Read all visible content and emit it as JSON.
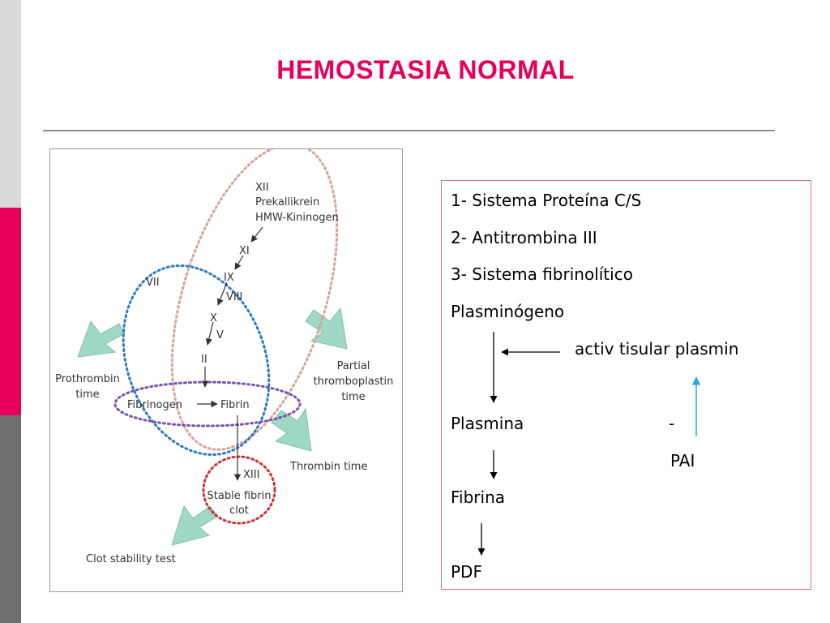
{
  "slide": {
    "title": "HEMOSTASIA NORMAL",
    "colors": {
      "accent": "#e6005c",
      "bar_light": "#d9d9d9",
      "bar_dark": "#6e6e6e",
      "rule": "#8c8c8c"
    }
  },
  "diagram": {
    "labels": {
      "xii": "XII",
      "prekallikrein": "Prekallikrein",
      "hmw": "HMW-Kininogen",
      "xi": "XI",
      "ix": "IX",
      "viii": "VIII",
      "vii": "VII",
      "x": "X",
      "v": "V",
      "ii": "II",
      "fibrinogen": "Fibrinogen",
      "fibrin": "Fibrin",
      "xiii": "XIII",
      "stable1": "Stable fibrin",
      "stable2": "clot",
      "pt1": "Prothrombin",
      "pt2": "time",
      "ptt1": "Partial",
      "ptt2": "thromboplastin",
      "ptt3": "time",
      "tt": "Thrombin time",
      "cst": "Clot stability test"
    },
    "colors": {
      "extrinsic": "#2b7bc4",
      "intrinsic": "#d6a49a",
      "common": "#7a52b0",
      "final": "#cc3333",
      "arrow_fill": "#9fd8c4"
    }
  },
  "info": {
    "line1": "1- Sistema Proteína C/S",
    "line2": "2- Antitrombina III",
    "line3": "3- Sistema fibrinolítico",
    "plasminogen": "Plasminógeno",
    "activator": "activ tisular plasmin",
    "plasmin": "Plasmina",
    "dash": "-",
    "pai": "PAI",
    "fibrin": "Fibrina",
    "pdf": "PDF",
    "colors": {
      "border": "#e36a94",
      "pai_arrow": "#29a8e0"
    }
  }
}
